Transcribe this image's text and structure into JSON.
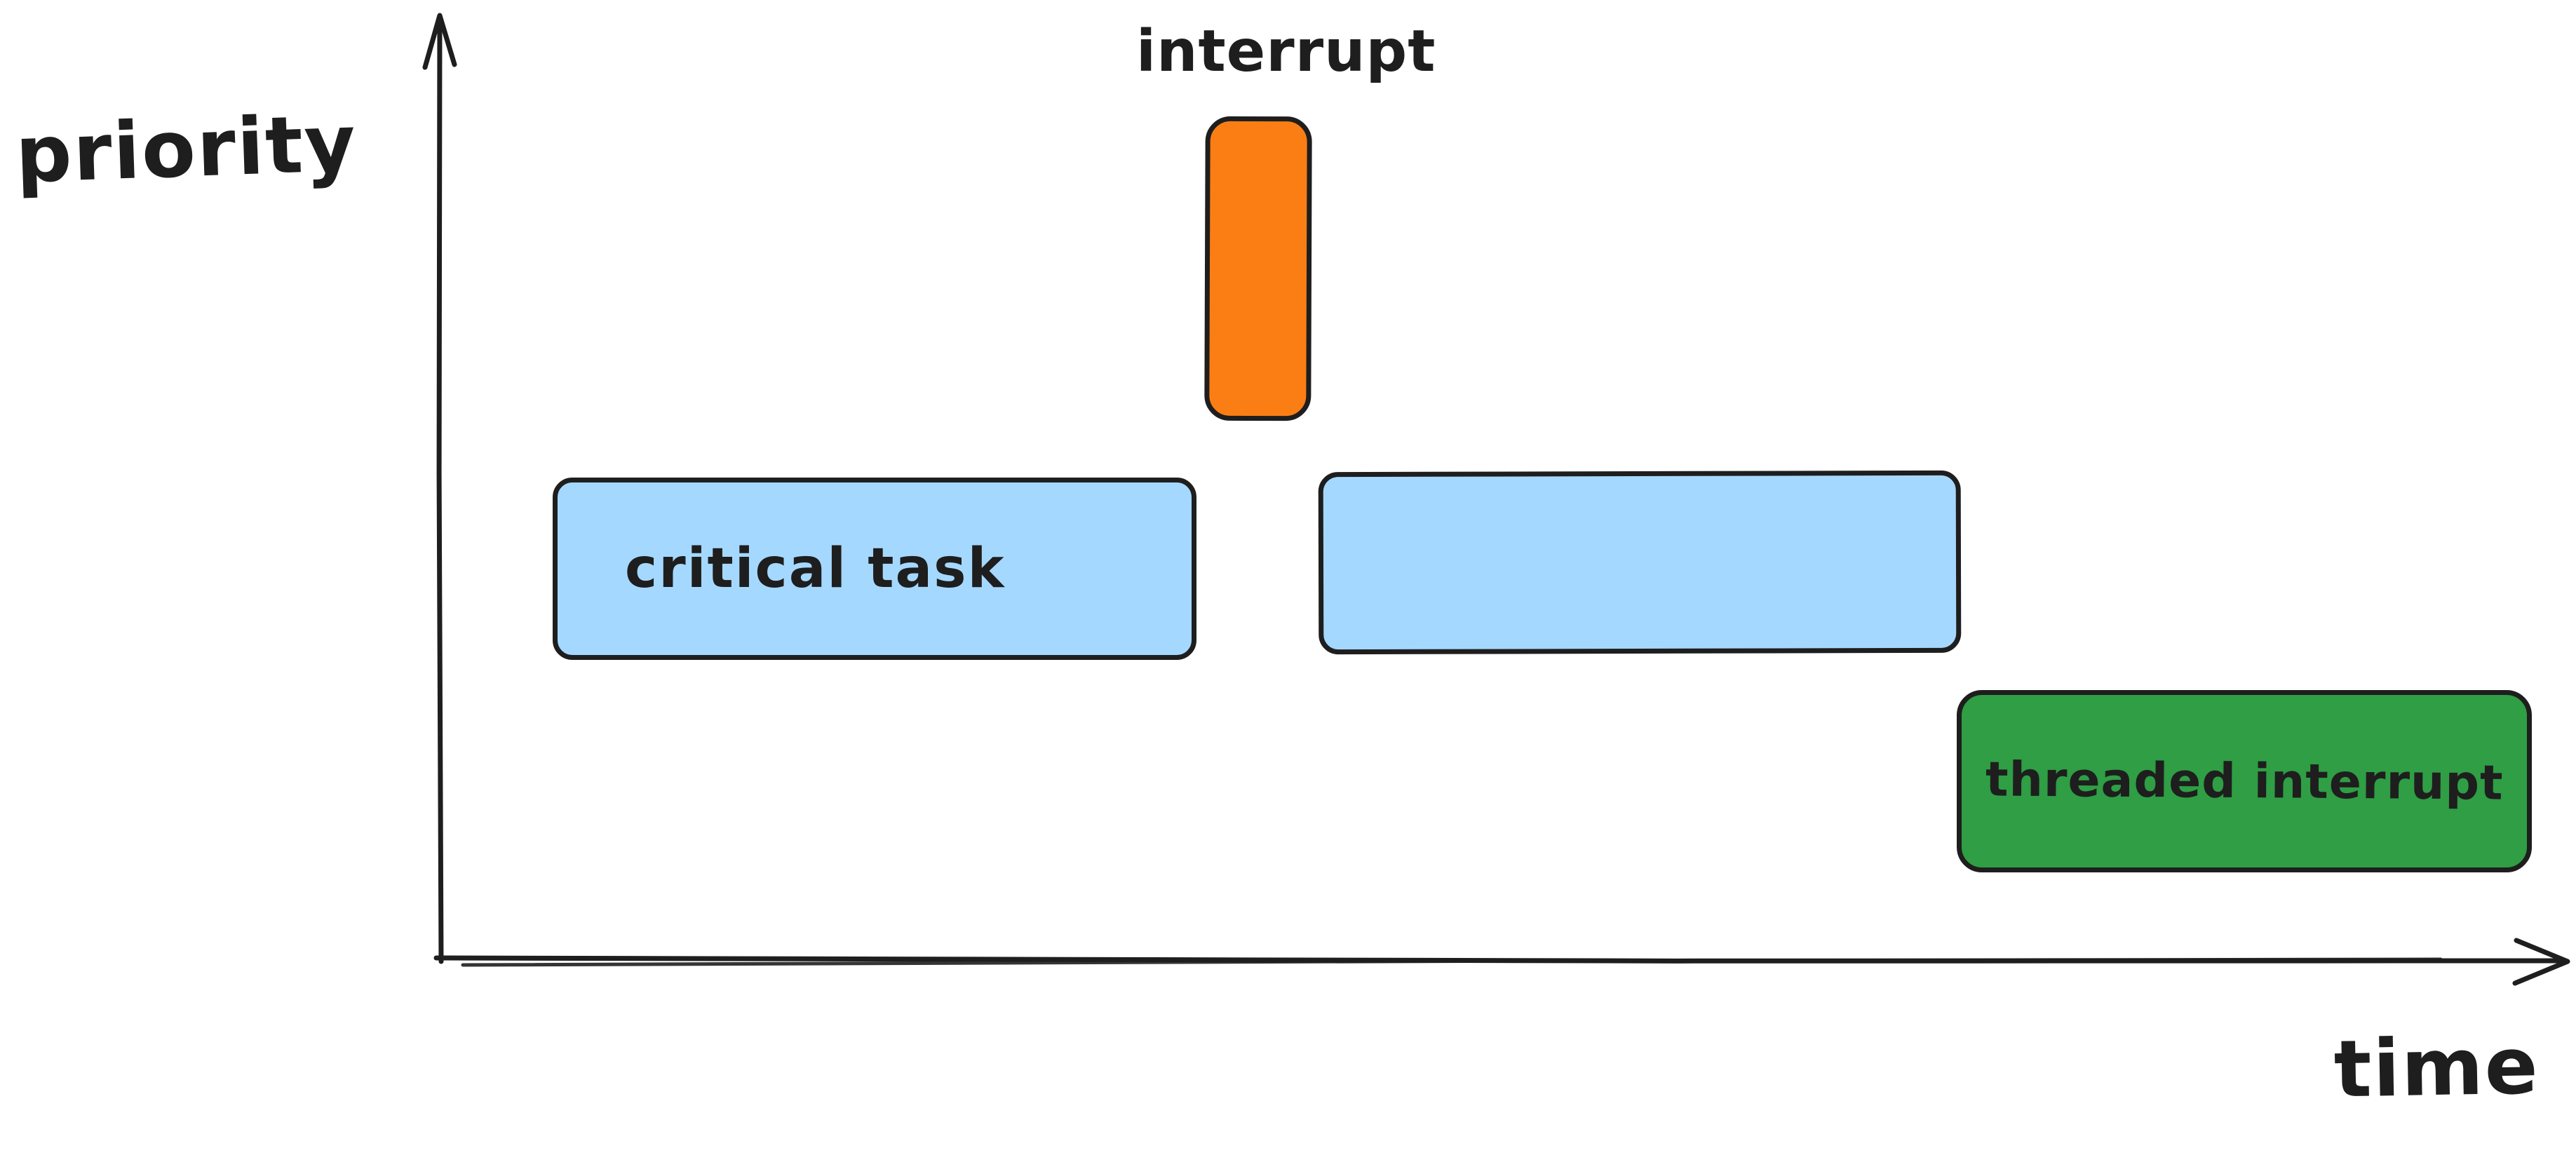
{
  "canvas": {
    "background_color": "#ffffff",
    "stroke_color": "#1e1e1e"
  },
  "axes": {
    "y_label": "priority",
    "x_label": "time"
  },
  "boxes": {
    "interrupt": {
      "label": "interrupt",
      "fill": "#fb7e14"
    },
    "critical_task": {
      "label": "critical task",
      "fill": "#a5d8ff"
    },
    "critical_task_second": {
      "label": "",
      "fill": "#a5d8ff"
    },
    "threaded_interrupt": {
      "label": "threaded interrupt",
      "fill": "#2f9e44"
    }
  }
}
